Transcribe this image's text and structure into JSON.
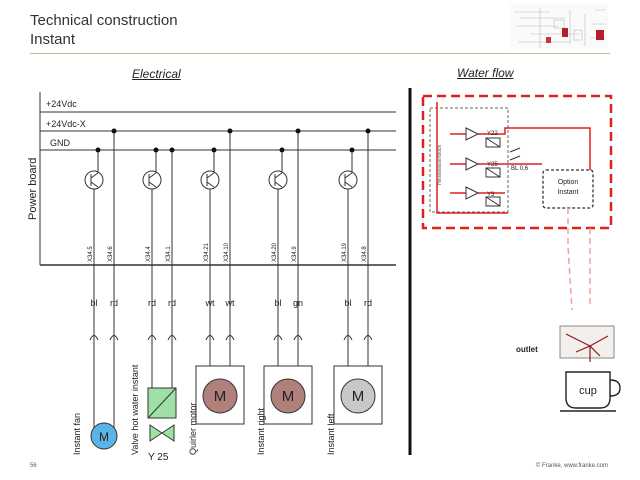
{
  "header": {
    "title_line1": "Technical construction",
    "title_line2": "Instant"
  },
  "sections": {
    "electrical": "Electrical",
    "water_flow": "Water flow"
  },
  "rails": {
    "v24": "+24Vdc",
    "v24x": "+24Vdc-X",
    "gnd": "GND"
  },
  "board_label": "Power board",
  "channels": [
    {
      "pins": [
        "X34.5",
        "X34.6"
      ],
      "wires": [
        "bl",
        "rd"
      ],
      "device": "M",
      "name": "Instant fan",
      "extra": ""
    },
    {
      "pins": [
        "X34.4",
        "X34.1"
      ],
      "wires": [
        "rd",
        "rd"
      ],
      "device": "",
      "name": "Valve hot water instant",
      "extra": "Y 25"
    },
    {
      "pins": [
        "X34.21",
        "X34.10"
      ],
      "wires": [
        "wt",
        "wt"
      ],
      "device": "M",
      "name": "Quirler motor",
      "extra": ""
    },
    {
      "pins": [
        "X34.20",
        "X34.9"
      ],
      "wires": [
        "bl",
        "gn"
      ],
      "device": "M",
      "name": "Instant right",
      "extra": ""
    },
    {
      "pins": [
        "X34.19",
        "X34.8"
      ],
      "wires": [
        "bl",
        "rd"
      ],
      "device": "M",
      "name": "Instant left",
      "extra": ""
    }
  ],
  "water": {
    "block_label": "Heisswasserblock",
    "valves": [
      "Y22",
      "Y25",
      "Y3"
    ],
    "restrictor": "BL 0,6",
    "option_line1": "Option",
    "option_line2": "Instant",
    "outlet": "outlet",
    "cup": "cup"
  },
  "footer": {
    "page": "56",
    "copyright": "© Franke, www.franke.com"
  },
  "colors": {
    "accent_red": "#e01f1f",
    "motor_brown": "#b0807a",
    "motor_grey": "#c8c8c8",
    "fan_blue": "#5ab4e6",
    "valve_green": "#9fe0a6"
  }
}
